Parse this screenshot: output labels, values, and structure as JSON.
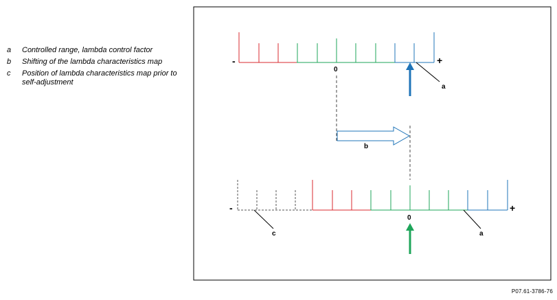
{
  "legend": [
    {
      "key": "a",
      "text": "Controlled range, lambda control factor"
    },
    {
      "key": "b",
      "text": "Shifting of the lambda characteristics map"
    },
    {
      "key": "c",
      "text": "Position of lambda characteristics map prior to self-adjustment"
    }
  ],
  "diagram": {
    "top_scale": {
      "minus": "-",
      "plus": "+",
      "zero": "0",
      "label_a": "a"
    },
    "shift": {
      "label_b": "b"
    },
    "bottom_scale": {
      "minus": "-",
      "plus": "+",
      "zero": "0",
      "label_a": "a",
      "label_c": "c"
    }
  },
  "colors": {
    "red": "#d8282f",
    "green": "#1ea55a",
    "blue": "#1f74b8",
    "gray": "#555555",
    "frame": "#000000"
  },
  "figure_ref": "P07.61-3786-76"
}
